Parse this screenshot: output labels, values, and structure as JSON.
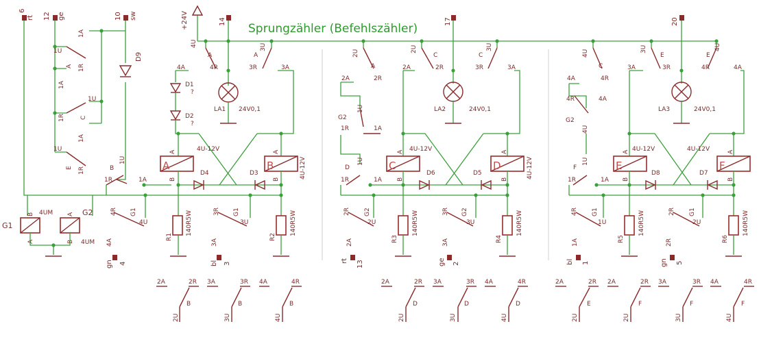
{
  "title": "Sprungzähler (Befehlszähler)",
  "supply_label": "+24V",
  "terminals": {
    "t6": {
      "num": "6",
      "color": "rt"
    },
    "t12": {
      "num": "12",
      "color": "ge"
    },
    "t10": {
      "num": "10",
      "color": "sw"
    },
    "t14": {
      "num": "14"
    },
    "t17": {
      "num": "17"
    },
    "t20": {
      "num": "20"
    },
    "t4": {
      "num": "4",
      "color": "gn"
    },
    "t3": {
      "num": "3",
      "color": "bl"
    },
    "t13": {
      "num": "13",
      "color": "rt"
    },
    "t2": {
      "num": "2",
      "color": "ge"
    },
    "t1": {
      "num": "1",
      "color": "bl"
    },
    "t5": {
      "num": "5",
      "color": "gn"
    }
  },
  "coils": {
    "G1": {
      "name": "G1",
      "type": "4UM"
    },
    "G2": {
      "name": "G2",
      "type": "4UM"
    },
    "A": {
      "letter": "A",
      "type": "4U-12V"
    },
    "B": {
      "letter": "B",
      "type": "4U-12V"
    },
    "C": {
      "letter": "C",
      "type": "4U-12V"
    },
    "D": {
      "letter": "D",
      "type": "4U-12V"
    },
    "E": {
      "letter": "E",
      "type": "4U-12V"
    },
    "F": {
      "letter": "F",
      "type": "4U-12V"
    }
  },
  "lamps": [
    {
      "name": "LA1",
      "value": "24V0,1"
    },
    {
      "name": "LA2",
      "value": "24V0,1"
    },
    {
      "name": "LA3",
      "value": "24V0,1"
    }
  ],
  "diodes": [
    "D1",
    "D2",
    "D3",
    "D4",
    "D5",
    "D6",
    "D7",
    "D8",
    "D9"
  ],
  "diode_marks": [
    "?",
    "?"
  ],
  "resistors": [
    {
      "name": "R1",
      "value": "140R5W"
    },
    {
      "name": "R2",
      "value": "140R5W"
    },
    {
      "name": "R3",
      "value": "140R5W"
    },
    {
      "name": "R4",
      "value": "140R5W"
    },
    {
      "name": "R5",
      "value": "140R5W"
    },
    {
      "name": "R6",
      "value": "140R5W"
    }
  ],
  "pins": {
    "A": "A",
    "B": "B",
    "C": "C",
    "D": "D",
    "E": "E",
    "F": "F",
    "G1": "G1",
    "G2": "G2",
    "1U": "1U",
    "1A": "1A",
    "1R": "1R",
    "2U": "2U",
    "2A": "2A",
    "2R": "2R",
    "3U": "3U",
    "3A": "3A",
    "3R": "3R",
    "4U": "4U",
    "4A": "4A",
    "4R": "4R"
  }
}
